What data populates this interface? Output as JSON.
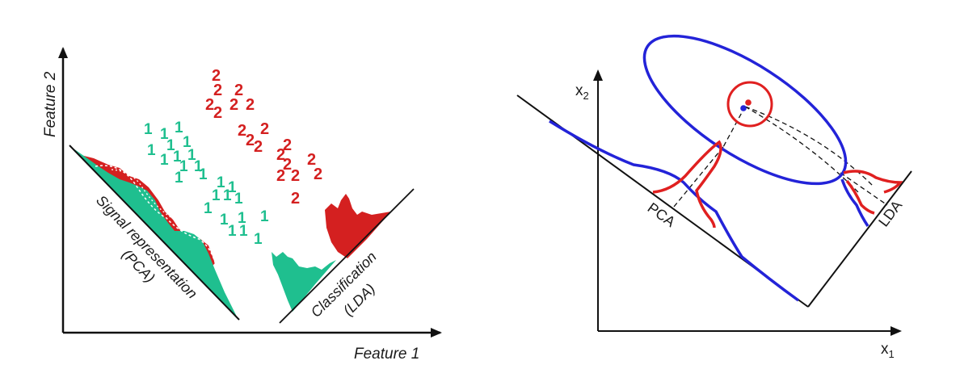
{
  "left_panel": {
    "x_axis_label": "Feature 1",
    "y_axis_label": "Feature 2",
    "pca_label_line1": "Signal representation",
    "pca_label_line2": "(PCA)",
    "lda_label_line1": "Classification",
    "lda_label_line2": "(LDA)",
    "class1_glyph": "1",
    "class2_glyph": "2"
  },
  "right_panel": {
    "x_axis_label": "x",
    "x_axis_sub": "1",
    "y_axis_label": "x",
    "y_axis_sub": "2",
    "pca_label": "PCA",
    "lda_label": "LDA"
  },
  "colors": {
    "class1": "#1fbf8f",
    "class2": "#d42020",
    "curve_blue": "#2323d8",
    "curve_red": "#e02020",
    "axis": "#111111"
  }
}
